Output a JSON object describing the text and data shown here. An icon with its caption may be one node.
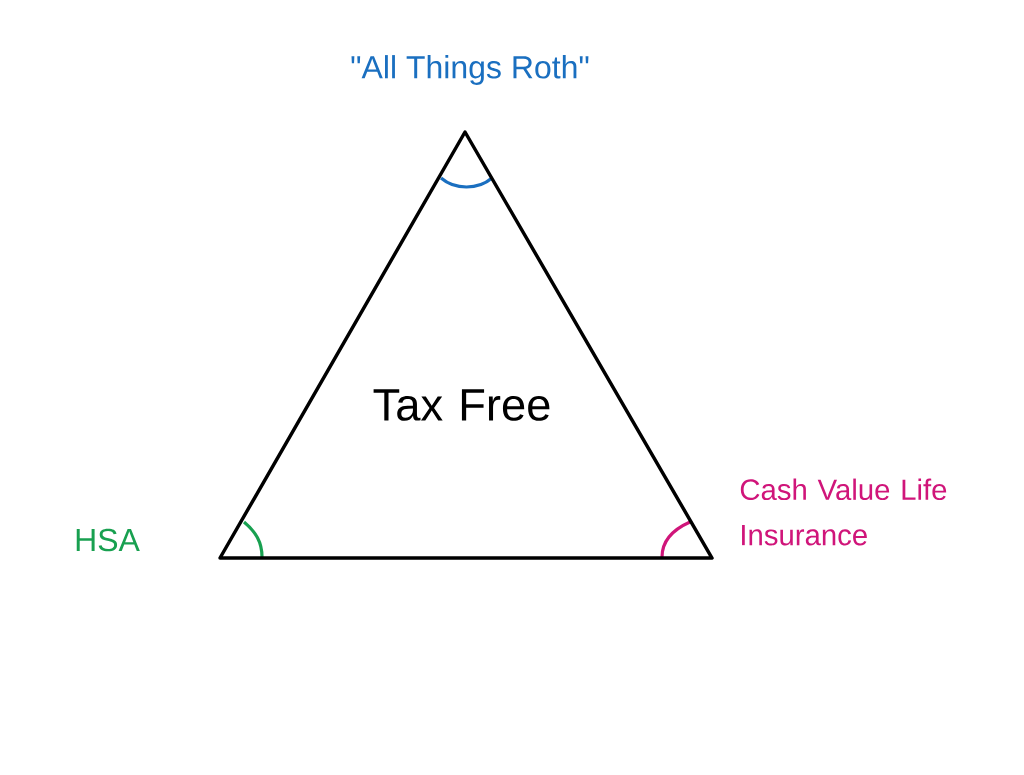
{
  "diagram": {
    "nodes": [
      {
        "text": [
          "Tax Free"
        ]
      }
    ],
    "edges": [],
    "labels": [
      "\"All Things Roth\"",
      "HSA",
      "Cash Value Life Insurance"
    ]
  }
}
